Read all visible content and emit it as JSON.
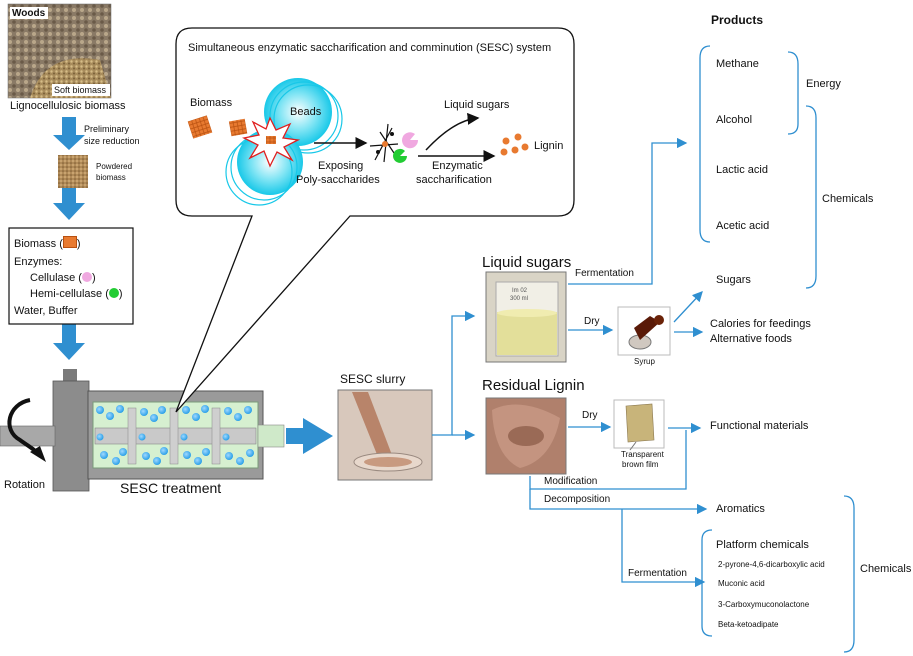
{
  "colors": {
    "arrow_blue": "#2f8fd0",
    "bead_cyan": "#18c8e8",
    "bead_blue": "#2aa0e8",
    "tank_green": "#d6f0d0",
    "cellulase_pink": "#f0a8e0",
    "hemicellulase_green": "#22cc33",
    "biomass_orange": "#e87a30",
    "machine_gray": "#8c8c8c"
  },
  "left": {
    "woods_label": "Woods",
    "soft_biomass_label": "Soft biomass",
    "lignocellulosic_label": "Lignocellulosic biomass",
    "preliminary_label_1": "Preliminary",
    "preliminary_label_2": "size reduction",
    "powdered_label_1": "Powdered",
    "powdered_label_2": "biomass"
  },
  "input_box": {
    "biomass": "Biomass (",
    "enzymes": "Enzymes:",
    "cellulase": "Cellulase (",
    "hemicellulase": "Hemi-cellulase (",
    "close_paren": ")",
    "water_buffer": "Water, Buffer"
  },
  "machine": {
    "rotation_label": "Rotation",
    "treatment_label": "SESC treatment"
  },
  "bubble": {
    "title": "Simultaneous enzymatic saccharification and comminution (SESC) system",
    "biomass": "Biomass",
    "beads": "Beads",
    "exposing_1": "Exposing",
    "exposing_2": "Poly-saccharides",
    "liquid_sugars": "Liquid sugars",
    "lignin": "Lignin",
    "enzymatic_1": "Enzymatic",
    "enzymatic_2": "saccharification"
  },
  "middle": {
    "sesc_slurry": "SESC slurry",
    "liquid_sugars": "Liquid sugars",
    "residual_lignin": "Residual Lignin",
    "fermentation": "Fermentation",
    "dry_1": "Dry",
    "dry_2": "Dry",
    "syrup": "Syrup",
    "transparent_1": "Transparent",
    "transparent_2": "brown film",
    "modification": "Modification",
    "decomposition": "Decomposition",
    "fermentation_2": "Fermentation",
    "beaker_text_1": "Im 02",
    "beaker_text_2": "300 ml"
  },
  "products": {
    "heading": "Products",
    "methane": "Methane",
    "alcohol": "Alcohol",
    "lactic_acid": "Lactic acid",
    "acetic_acid": "Acetic acid",
    "energy": "Energy",
    "chemicals_top": "Chemicals",
    "sugars": "Sugars",
    "calories": "Calories  for feedings",
    "alternative_foods": "Alternative foods",
    "functional_materials": "Functional materials",
    "aromatics": "Aromatics",
    "platform_chemicals": "Platform chemicals",
    "pdc": "2-pyrone-4,6-dicarboxylic acid",
    "muconic": "Muconic acid",
    "carboxymuconolactone": "3-Carboxymuconolactone",
    "beta_ketoadipate": "Beta-ketoadipate",
    "chemicals_bottom": "Chemicals"
  }
}
